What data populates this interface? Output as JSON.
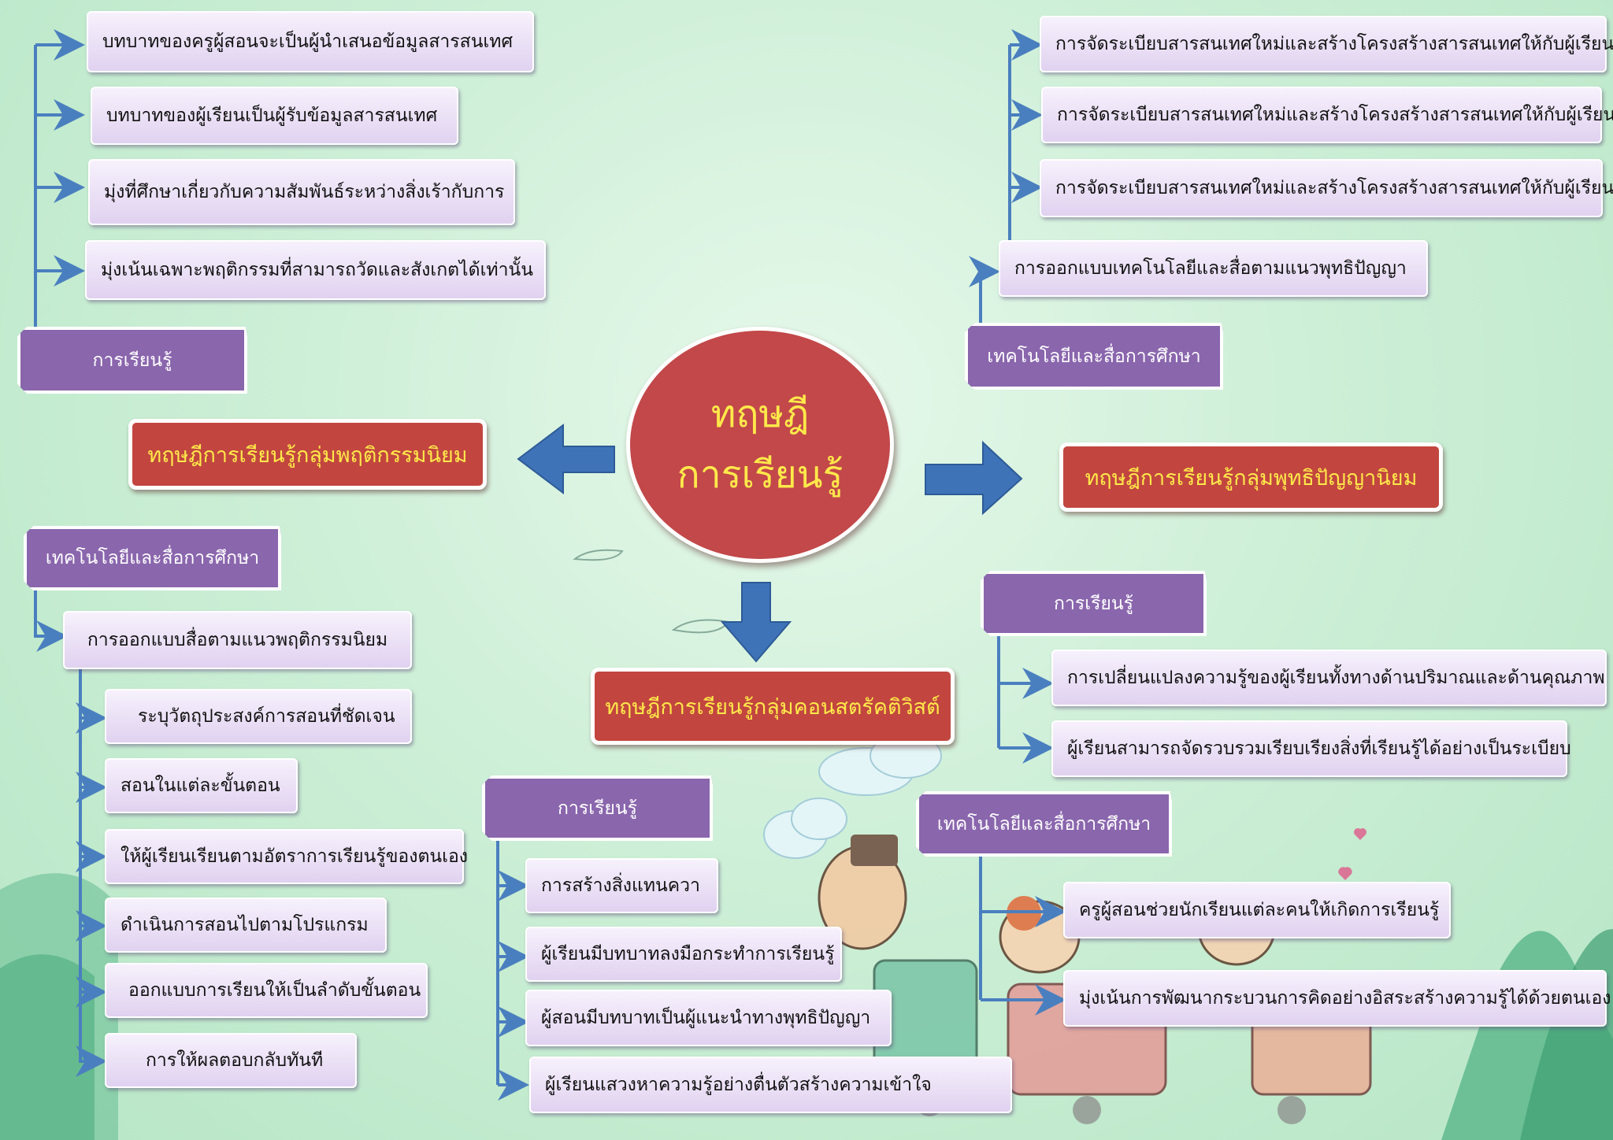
{
  "center": {
    "line1": "ทฤษฎี",
    "line2": "การเรียนรู้"
  },
  "branches": {
    "behaviorism": {
      "title": "ทฤษฎีการเรียนรู้กลุ่มพฤติกรรมนิยม",
      "learning": {
        "header": "การเรียนรู้",
        "items": [
          "บทบาทของครูผู้สอนจะเป็นผู้นำเสนอข้อมูลสารสนเทศ",
          "บทบาทของผู้เรียนเป็นผู้รับข้อมูลสารสนเทศ",
          "มุ่งที่ศึกษาเกี่ยวกับความสัมพันธ์ระหว่างสิ่งเร้ากับการ",
          "มุ่งเน้นเฉพาะพฤติกรรมที่สามารถวัดและสังเกตได้เท่านั้น"
        ]
      },
      "technology": {
        "header": "เทคโนโลยีและสื่อการศึกษา",
        "design": "การออกแบบสื่อตามแนวพฤติกรรมนิยม",
        "items": [
          "ระบุวัตถุประสงค์การสอนที่ชัดเจน",
          "สอนในแต่ละขั้นตอน",
          "ให้ผู้เรียนเรียนตามอัตราการเรียนรู้ของตนเอง",
          "ดำเนินการสอนไปตามโปรแกรม",
          "ออกแบบการเรียนให้เป็นลำดับขั้นตอน",
          "การให้ผลตอบกลับทันที"
        ]
      }
    },
    "cognitivism": {
      "title": "ทฤษฎีการเรียนรู้กลุ่มพุทธิปัญญานิยม",
      "technology": {
        "header": "เทคโนโลยีและสื่อการศึกษา",
        "design": "การออกแบบเทคโนโลยีและสื่อตามแนวพุทธิปัญญา",
        "items": [
          "การจัดระเบียบสารสนเทศใหม่และสร้างโครงสร้างสารสนเทศให้กับผู้เรียน",
          "การจัดระเบียบสารสนเทศใหม่และสร้างโครงสร้างสารสนเทศให้กับผู้เรียน",
          "การจัดระเบียบสารสนเทศใหม่และสร้างโครงสร้างสารสนเทศให้กับผู้เรียน"
        ]
      },
      "learning": {
        "header": "การเรียนรู้",
        "items": [
          "การเปลี่ยนแปลงความรู้ของผู้เรียนทั้งทางด้านปริมาณและด้านคุณภาพ",
          "ผู้เรียนสามารถจัดรวบรวมเรียบเรียงสิ่งที่เรียนรู้ได้อย่างเป็นระเบียบ"
        ]
      }
    },
    "constructivism": {
      "title": "ทฤษฎีการเรียนรู้กลุ่มคอนสตรัคติวิสต์",
      "learning": {
        "header": "การเรียนรู้",
        "items": [
          "การสร้างสิ่งแทนควา",
          "ผู้เรียนมีบทบาทลงมือกระทำการเรียนรู้",
          "ผู้สอนมีบทบาทเป็นผู้แนะนำทางพุทธิปัญญา",
          "ผู้เรียนแสวงหาความรู้อย่างตื่นตัวสร้างความเข้าใจ"
        ]
      },
      "technology": {
        "header": "เทคโนโลยีและสื่อการศึกษา",
        "items": [
          "ครูผู้สอนช่วยนักเรียนแต่ละคนให้เกิดการเรียนรู้",
          "มุ่งเน้นการพัฒนากระบวนการคิดอย่างอิสระสร้างความรู้ได้ด้วยตนเอง"
        ]
      }
    }
  },
  "colors": {
    "connector": "#4a7fbf",
    "big_arrow": "#3f73b8",
    "title_fill": "#c2463f",
    "title_text": "#ffe94a",
    "header_fill": "#8a66ad",
    "box_fill": "#ece2f6"
  }
}
